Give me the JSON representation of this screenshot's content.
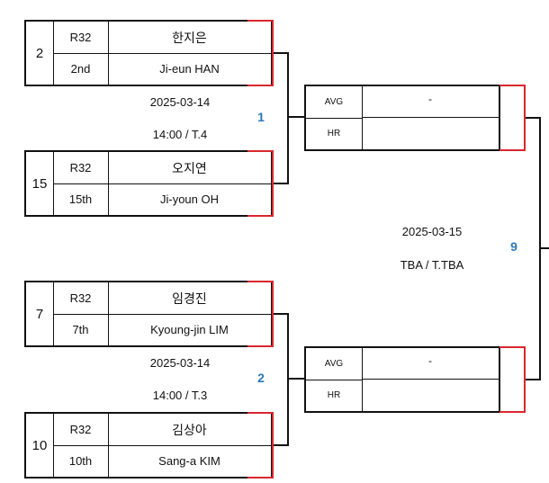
{
  "players": [
    {
      "seed": "2",
      "round": "R32",
      "rank": "2nd",
      "name_kr": "한지은",
      "name_en": "Ji-eun HAN"
    },
    {
      "seed": "15",
      "round": "R32",
      "rank": "15th",
      "name_kr": "오지연",
      "name_en": "Ji-youn OH"
    },
    {
      "seed": "7",
      "round": "R32",
      "rank": "7th",
      "name_kr": "임경진",
      "name_en": "Kyoung-jin LIM"
    },
    {
      "seed": "10",
      "round": "R32",
      "rank": "10th",
      "name_kr": "김상아",
      "name_en": "Sang-a KIM"
    }
  ],
  "matches": [
    {
      "number": "1",
      "date": "2025-03-14",
      "time_table": "14:00 / T.4"
    },
    {
      "number": "2",
      "date": "2025-03-14",
      "time_table": "14:00 / T.3"
    }
  ],
  "next_round": {
    "number": "9",
    "date": "2025-03-15",
    "time_table": "TBA / T.TBA"
  },
  "slots": [
    {
      "avg_label": "AVG",
      "avg_value": "-",
      "hr_label": "HR",
      "hr_value": ""
    },
    {
      "avg_label": "AVG",
      "avg_value": "-",
      "hr_label": "HR",
      "hr_value": ""
    }
  ],
  "colors": {
    "accent_red": "#d9272e",
    "match_number_blue": "#2a78b4",
    "border": "#111111"
  }
}
